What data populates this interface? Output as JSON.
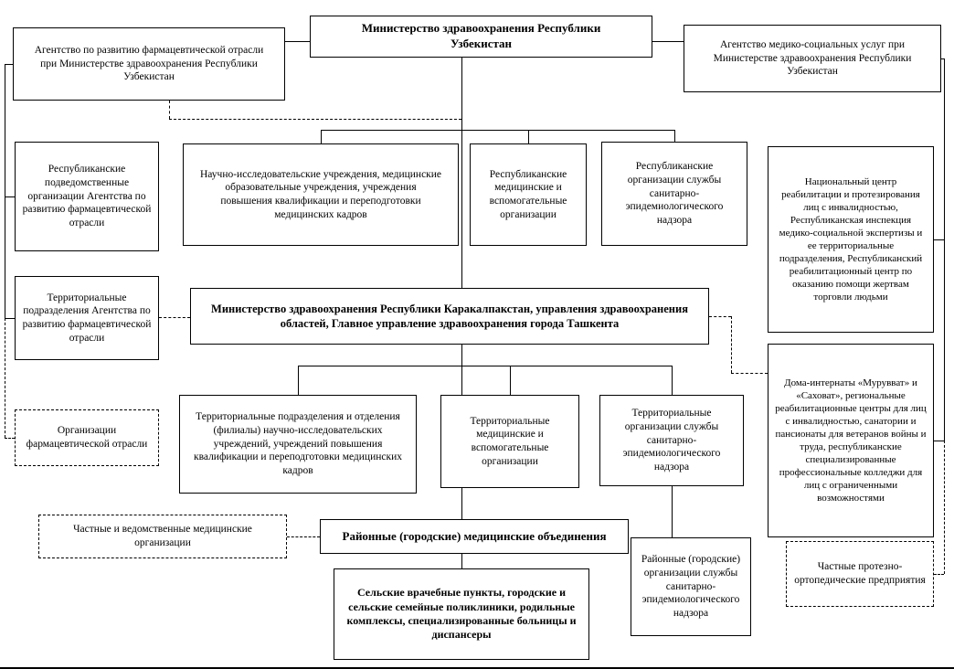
{
  "colors": {
    "line": "#000000",
    "box_border": "#000000",
    "background": "#ffffff"
  },
  "nodes": {
    "ministry": "Министерство здравоохранения Республики Узбекистан",
    "agency_pharma": "Агентство по развитию фармацевтической отрасли при Министерстве здравоохранения Республики Узбекистан",
    "agency_medsoc": "Агентство медико-социальных услуг при Министерстве здравоохранения Республики Узбекистан",
    "repub_pharma": "Республиканские подведомственные организации Агентства по развитию фармацевтической отрасли",
    "terr_pharma": "Территориальные подразделения Агентства по развитию фармацевтической отрасли",
    "pharma_orgs": "Организации фармацевтической отрасли",
    "research": "Научно-исследовательские учреждения, медицинские образовательные учреждения, учреждения повышения квалификации и переподготовки медицинских кадров",
    "repub_med": "Республиканские медицинские и вспомогательные организации",
    "repub_sanepi": "Республиканские организации службы санитарно-эпидемиологического надзора",
    "nat_center": "Национальный центр реабилитации и протезирования лиц с инвалидностью, Республиканская инспекция медико-социальной экспертизы и ее территориальные подразделения, Республиканский реабилитационный центр по оказанию помощи жертвам торговли людьми",
    "minkarak": "Министерство здравоохранения Республики Каракалпакстан, управления здравоохранения областей, Главное управление здравоохранения города Ташкента",
    "doma": "Дома-интернаты «Мурувват» и «Саховат», региональные реабилитационные центры для лиц с инвалидностью, санатории и пансионаты для ветеранов войны и труда, республиканские специализированные профессиональные колледжи для лиц с ограниченными возможностями",
    "terr_podrazd": "Территориальные подразделения и отделения (филиалы) научно-исследовательских учреждений, учреждений повышения квалификации и переподготовки медицинских кадров",
    "terr_med": "Территориальные медицинские и вспомогательные организации",
    "terr_sanepi": "Территориальные организации службы санитарно-эпидемиологического надзора",
    "private_med": "Частные и ведомственные медицинские организации",
    "rayon_med": "Районные (городские) медицинские объединения",
    "rayon_sanepi": "Районные (городские) организации службы санитарно-эпидемиологического надзора",
    "private_protez": "Частные протезно-ортопедические предприятия",
    "selskie": "Сельские врачебные пункты, городские и сельские семейные поликлиники, родильные комплексы, специализированные больницы и диспансеры"
  }
}
